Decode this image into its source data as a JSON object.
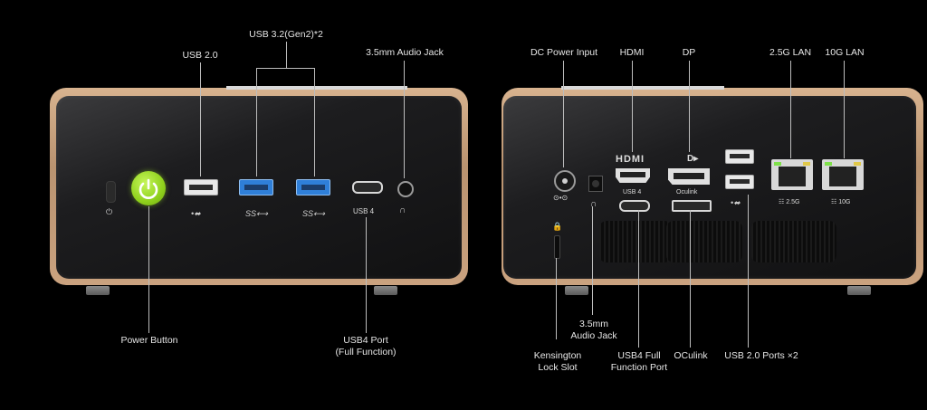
{
  "front": {
    "labels": {
      "usb2": "USB 2.0",
      "usb32": "USB 3.2(Gen2)*2",
      "audio": "3.5mm Audio Jack",
      "power": "Power Button",
      "usb4": "USB4 Port\n(Full Function)"
    },
    "port_text": {
      "usb4_mark": "USB 4",
      "ss_mark_1": "SS⟷",
      "ss_mark_2": "SS⟷"
    }
  },
  "back": {
    "labels": {
      "dc": "DC Power Input",
      "hdmi": "HDMI",
      "dp": "DP",
      "lan25": "2.5G LAN",
      "lan10": "10G LAN",
      "audio": "3.5mm\nAudio Jack",
      "kensington": "Kensington\nLock Slot",
      "usb4": "USB4 Full\nFunction Port",
      "oculink": "OCulink",
      "usb2": "USB 2.0 Ports ×2"
    },
    "port_text": {
      "hdmi_logo": "HDMI",
      "usb4_mark": "USB 4",
      "oculink_mark": "Oculink",
      "lan25_mark": "2.5G",
      "lan10_mark": "10G"
    }
  },
  "colors": {
    "frame": "#c9a27f",
    "power_button": "#9be01f",
    "usb3_blue": "#2f7fd8"
  }
}
